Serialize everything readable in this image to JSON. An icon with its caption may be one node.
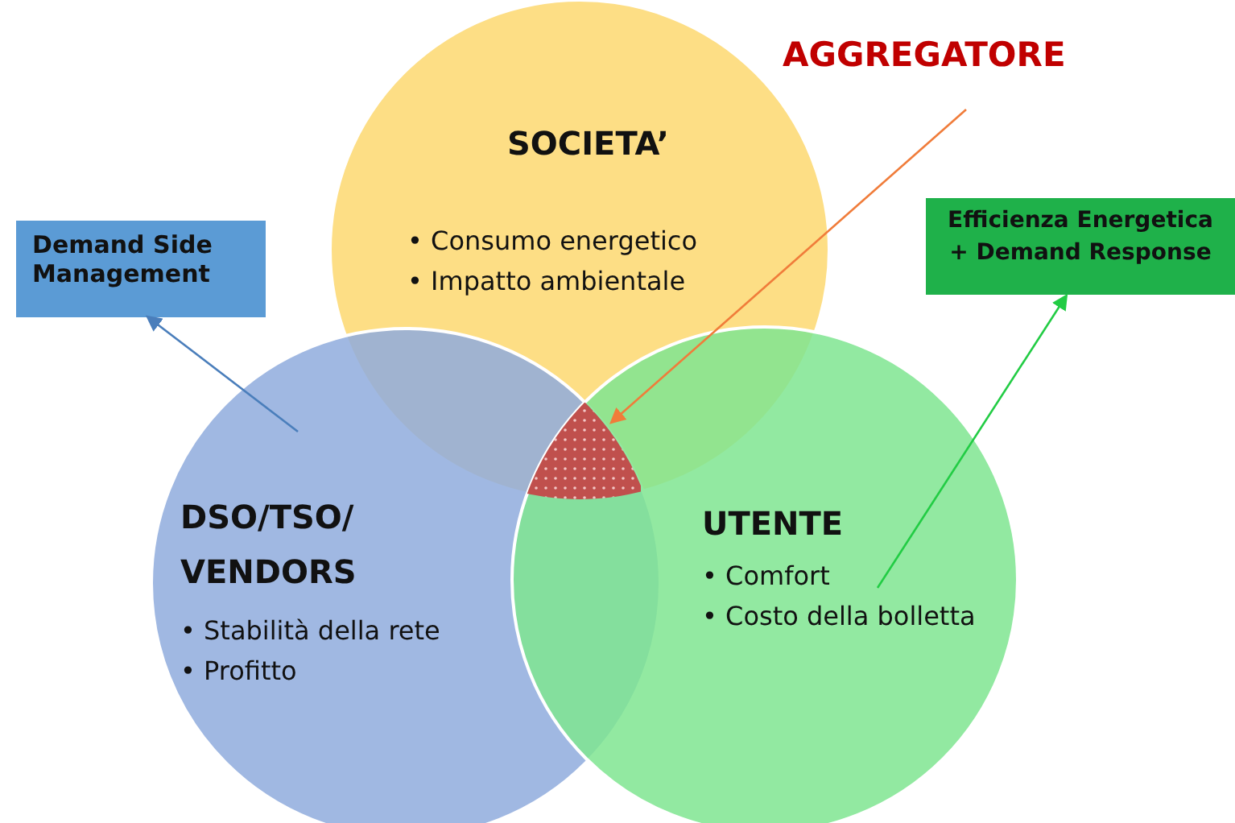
{
  "diagram": {
    "nodes": [
      {
        "text": [
          "SOCIETA’",
          "• Consumo energetico",
          "• Impatto ambientale"
        ]
      },
      {
        "text": [
          "DSO/TSO/ VENDORS",
          "• Stabilità della rete",
          "• Profitto"
        ]
      },
      {
        "text": [
          "UTENTE",
          "• Comfort",
          "• Costo della bolletta"
        ]
      },
      {
        "text": [
          "AGGREGATORE"
        ]
      },
      {
        "text": [],
        "shape": "triangle"
      },
      {
        "text": [
          "Demand Side Management"
        ]
      },
      {
        "text": [
          "Efficienza Energetica + Demand Response"
        ]
      }
    ],
    "edges": [
      {
        "from": 3,
        "to": 4,
        "arrow": "to",
        "color": "#f07c3a"
      },
      {
        "from": 1,
        "to": 5,
        "arrow": "to",
        "color": "#4a7ebb"
      },
      {
        "from": 2,
        "to": 6,
        "arrow": "to",
        "color": "#22cc44"
      }
    ]
  }
}
